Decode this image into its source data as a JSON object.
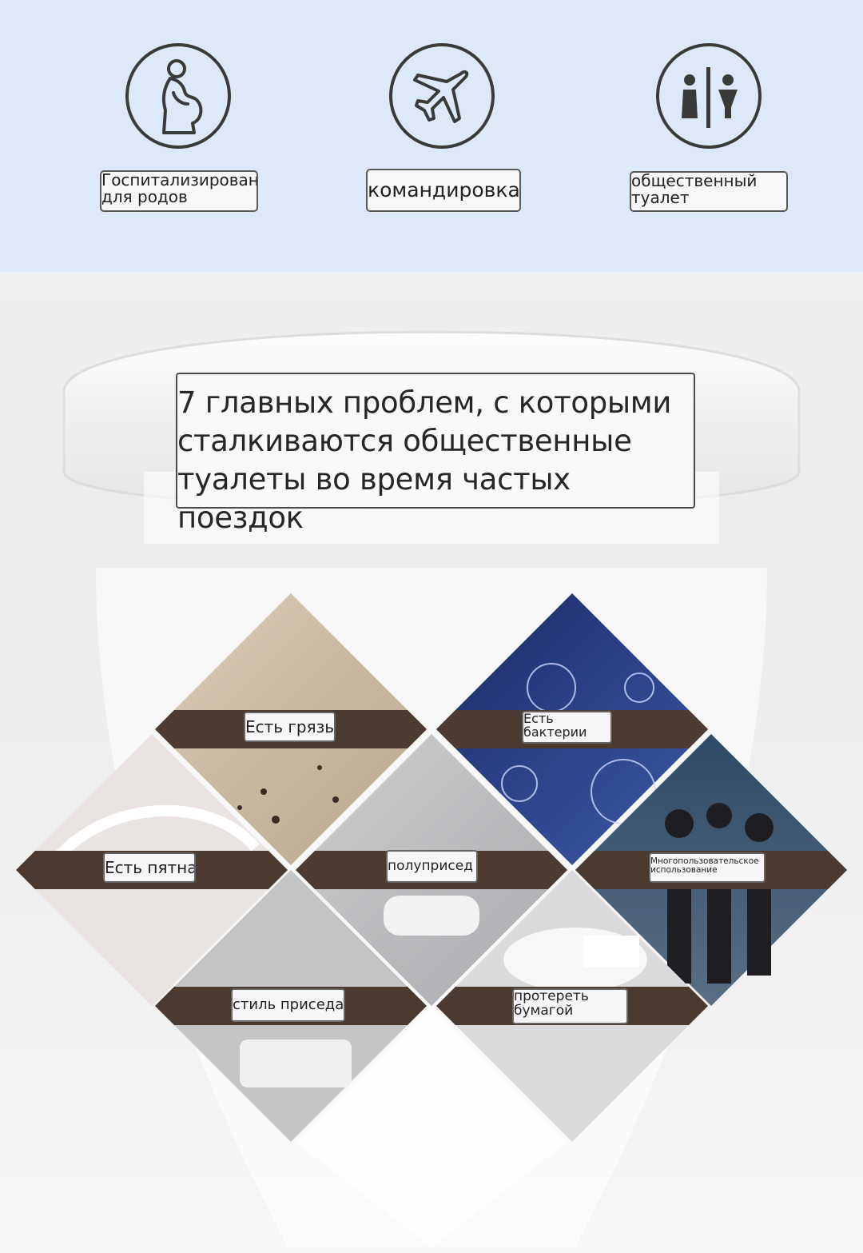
{
  "top": {
    "icons": [
      {
        "name": "pregnant-woman-icon",
        "label": "Госпитализирован для родов"
      },
      {
        "name": "airplane-icon",
        "label": "командировка"
      },
      {
        "name": "restroom-icon",
        "label": "общественный туалет"
      }
    ]
  },
  "headline": {
    "text": "7 главных проблем, с которыми сталкиваются общественные туалеты во время частых поездок"
  },
  "problems": {
    "dirt": "Есть грязь",
    "bacteria": "Есть бактерии",
    "stains": "Есть пятна",
    "half_squat": "полуприсед",
    "multi_use": "Многопользовательское использование",
    "squat_style": "стиль приседа",
    "wipe_paper": "протереть бумагой"
  },
  "colors": {
    "band": "#dde9f8",
    "stripe": "#4a3a30",
    "icon_stroke": "#3a3a3a"
  }
}
